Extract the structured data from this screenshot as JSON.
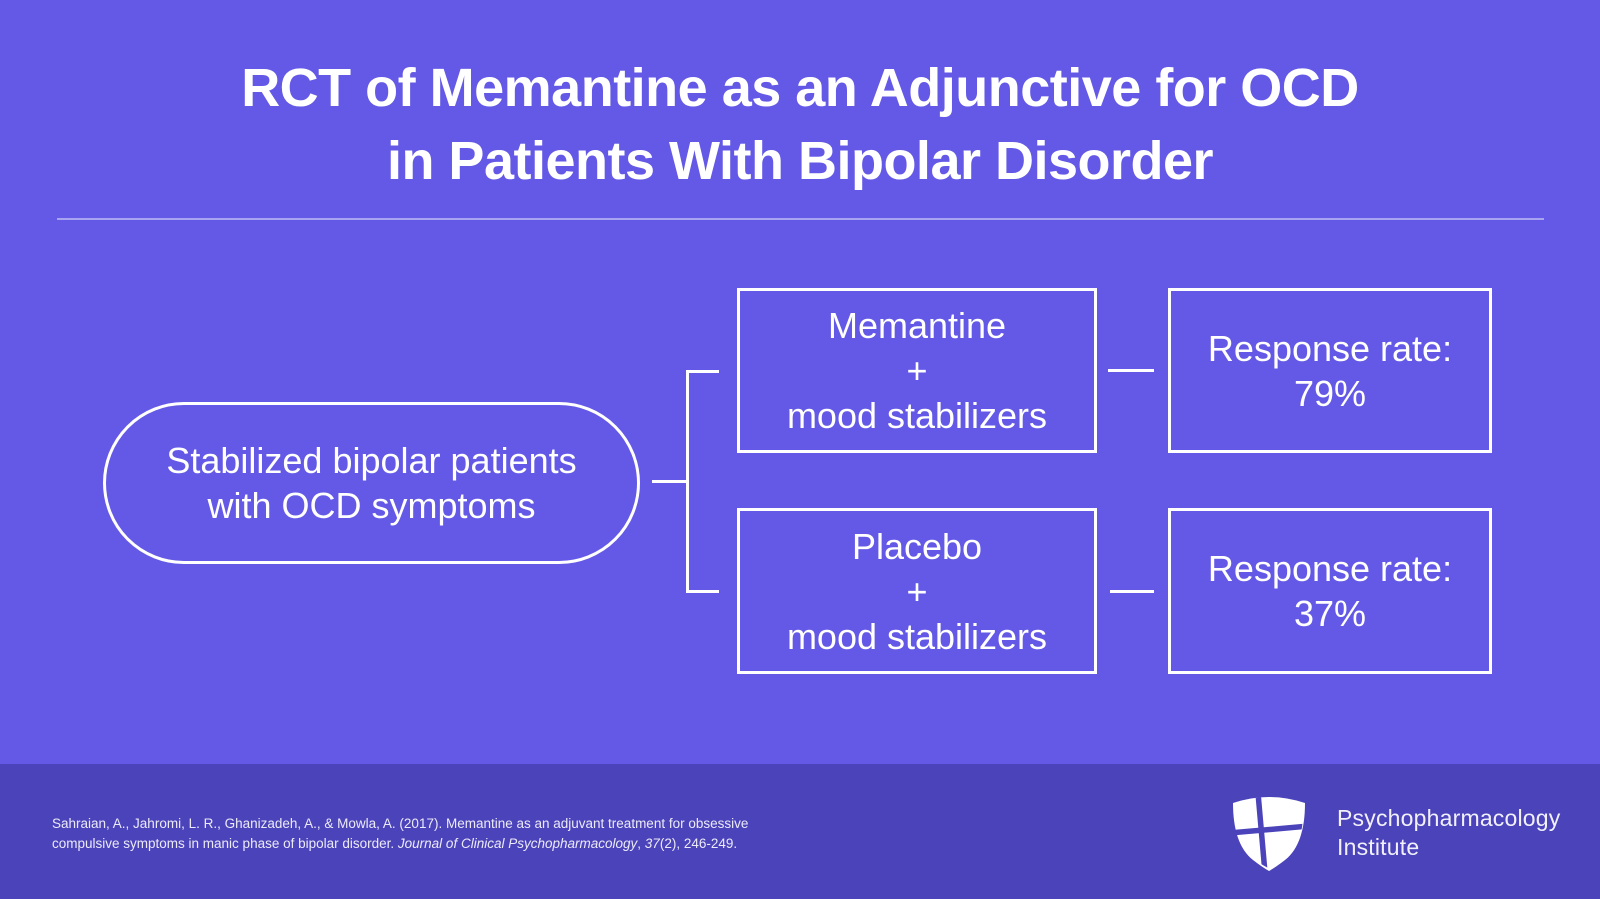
{
  "title": {
    "line1": "RCT of Memantine as an Adjunctive for OCD",
    "line2": "in Patients With Bipolar Disorder"
  },
  "diagram": {
    "cohort": {
      "line1": "Stabilized bipolar patients",
      "line2": "with OCD symptoms"
    },
    "arm_top": {
      "line1": "Memantine",
      "line2": "+",
      "line3": "mood stabilizers"
    },
    "arm_bottom": {
      "line1": "Placebo",
      "line2": "+",
      "line3": "mood stabilizers"
    },
    "outcome_top": {
      "line1": "Response rate:",
      "line2": "79%"
    },
    "outcome_bottom": {
      "line1": "Response rate:",
      "line2": "37%"
    }
  },
  "footer": {
    "citation": {
      "line1": "Sahraian, A., Jahromi, L. R., Ghanizadeh, A., & Mowla, A. (2017). Memantine as an adjuvant treatment for obsessive",
      "line2_prefix": "compulsive symptoms in manic phase of bipolar disorder. ",
      "journal_italic": "Journal of Clinical Psychopharmacology",
      "separator": ", ",
      "volume_italic": "37",
      "suffix": "(2), 246-249."
    },
    "logo": {
      "line1": "Psychopharmacology",
      "line2": "Institute",
      "icon": "shield-cross-icon"
    }
  },
  "colors": {
    "background": "#6359E6",
    "footer_background": "#4B43BA",
    "stroke_white": "#FFFFFF",
    "divider": "rgba(255,255,255,0.45)"
  }
}
